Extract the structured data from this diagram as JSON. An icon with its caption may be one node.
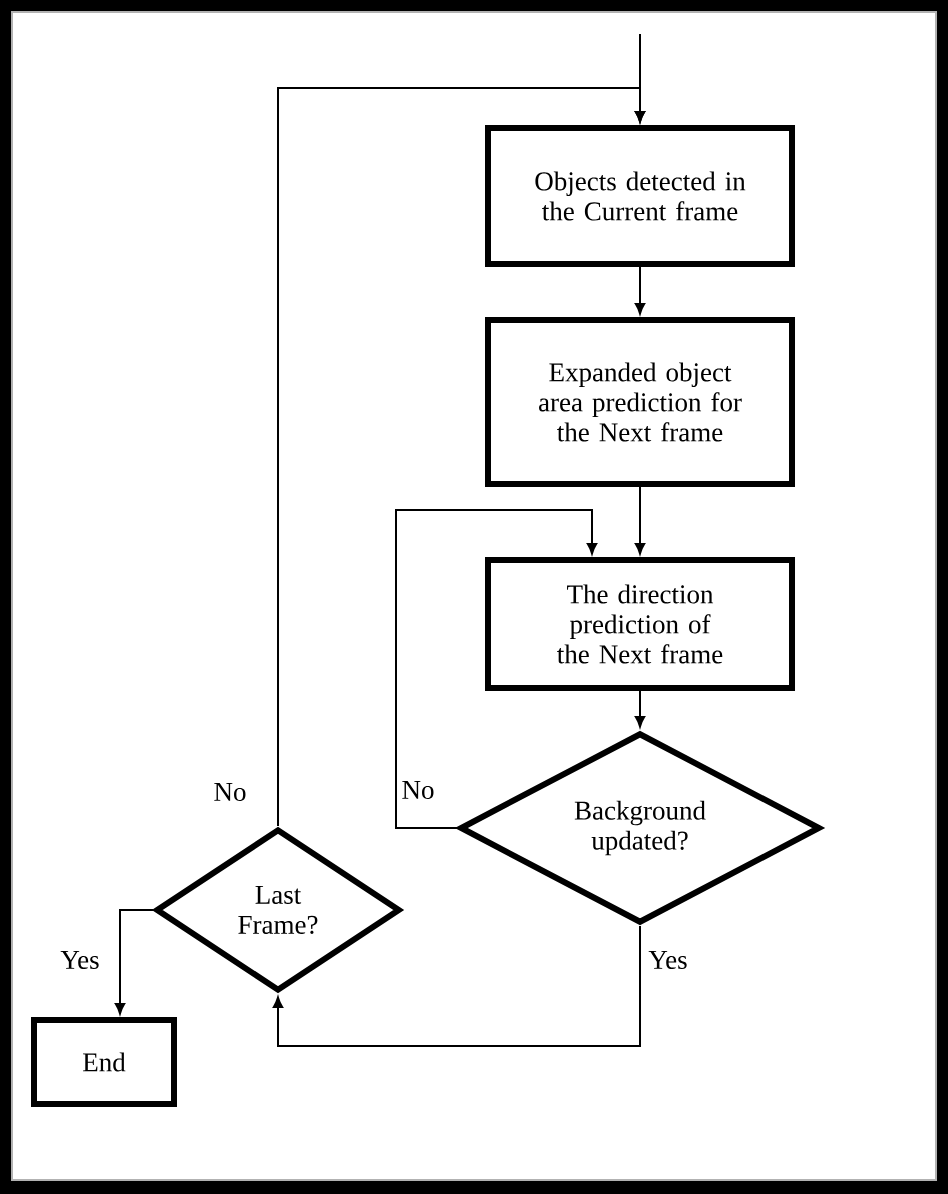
{
  "diagram": {
    "nodes": [
      {
        "text": [
          "Objects detected in the Current frame"
        ]
      },
      {
        "text": [
          "Expanded object area prediction for the Next frame"
        ]
      },
      {
        "text": [
          "The direction prediction of the Next frame"
        ]
      },
      {
        "text": [
          "Background updated?"
        ]
      },
      {
        "text": [
          "Last Frame?"
        ]
      },
      {
        "text": [
          "End"
        ]
      }
    ],
    "edges": [
      {
        "from": null,
        "to": 0,
        "arrow": "to"
      },
      {
        "from": 0,
        "to": 1,
        "arrow": "to"
      },
      {
        "from": 1,
        "to": 2,
        "arrow": "to"
      },
      {
        "from": 2,
        "to": 3,
        "arrow": "to"
      },
      {
        "from": 3,
        "to": 2,
        "arrow": "to",
        "label": "No"
      },
      {
        "from": 3,
        "to": 4,
        "arrow": "to",
        "label": "Yes"
      },
      {
        "from": 4,
        "to": 0,
        "arrow": "to",
        "label": "No"
      },
      {
        "from": 4,
        "to": 5,
        "arrow": "to",
        "label": "Yes"
      }
    ]
  }
}
